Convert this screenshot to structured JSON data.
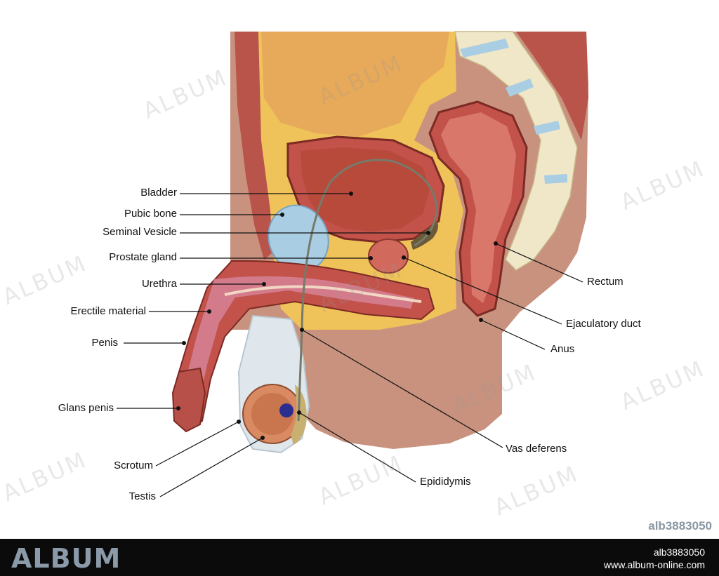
{
  "labels": {
    "bladder": "Bladder",
    "pubic_bone": "Pubic bone",
    "seminal_vesicle": "Seminal Vesicle",
    "prostate_gland": "Prostate gland",
    "urethra": "Urethra",
    "erectile_material": "Erectile material",
    "penis": "Penis",
    "glans_penis": "Glans penis",
    "scrotum": "Scrotum",
    "testis": "Testis",
    "rectum": "Rectum",
    "ejaculatory_duct": "Ejaculatory duct",
    "anus": "Anus",
    "vas_deferens": "Vas deferens",
    "epididymis": "Epididymis"
  },
  "watermark": {
    "text": "ALBUM",
    "image_id": "alb3883050"
  },
  "footer": {
    "brand": "ALBUM",
    "id_text": "alb3883050",
    "url": "www.album-online.com"
  },
  "colors": {
    "skin": "#c8927e",
    "fat": "#f0c25a",
    "muscle": "#c2524a",
    "bladder_inner": "#b84a3c",
    "pubic_bone": "#a9cde3",
    "vertebra": "#efe7c8",
    "footer_bg": "#0b0b0b"
  }
}
